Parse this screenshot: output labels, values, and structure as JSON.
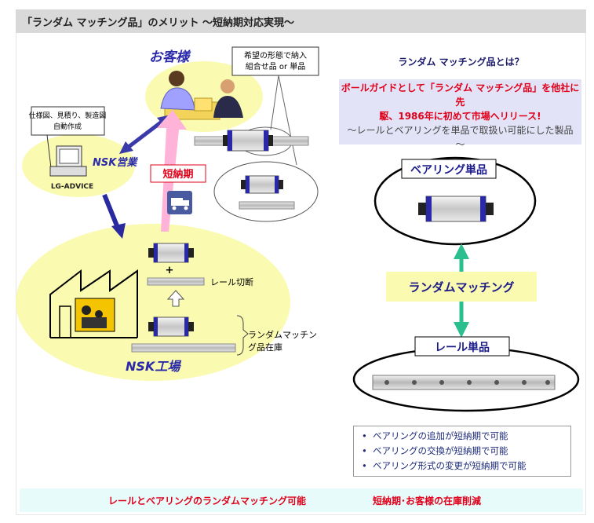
{
  "header": {
    "title": "「ランダム マッチング品」のメリット ～短納期対応実現～"
  },
  "diagram": {
    "customer_label": "お客様",
    "request_label_line1": "希望の形態で納入",
    "request_label_line2": "組合せ品 or 単品",
    "docs_label_line1": "仕様図、見積り、製造図",
    "docs_label_line2": "自動作成",
    "pc_label": "LG-ADVICE",
    "sales_label": "NSK営業",
    "short_delivery_label": "短納期",
    "plus_label": "+",
    "rail_cut_label": "レール切断",
    "stock_label_line1": "ランダムマッチン",
    "stock_label_line2": "グ品在庫",
    "factory_label": "NSK工場"
  },
  "right": {
    "title": "ランダム マッチング品とは？",
    "desc_red_line1": "ボールガイドとして「ランダム マッチング品」を他社に先",
    "desc_red_line2": "駆、1986年に初めて市場へリリース!",
    "desc_gray_line1": "～レールとベアリングを単品で取扱い可能にした製品",
    "desc_gray_line2": "～",
    "bearing_label": "ベアリング単品",
    "matching_label": "ランダムマッチング",
    "rail_label": "レール単品"
  },
  "benefits": [
    "ベアリングの追加が短納期で可能",
    "ベアリングの交換が短納期で可能",
    "ベアリング形式の変更が短納期で可能"
  ],
  "footer": {
    "left_text": "レールとベアリングのランダムマッチング可能",
    "right_text": "短納期･お客様の在庫削減"
  },
  "colors": {
    "accent_red": "#e0001a",
    "navy": "#1a1a8a",
    "yellow_bg": "#fafab0",
    "teal_arrow": "#2bbf8f",
    "header_gray": "#d9d9d9"
  }
}
